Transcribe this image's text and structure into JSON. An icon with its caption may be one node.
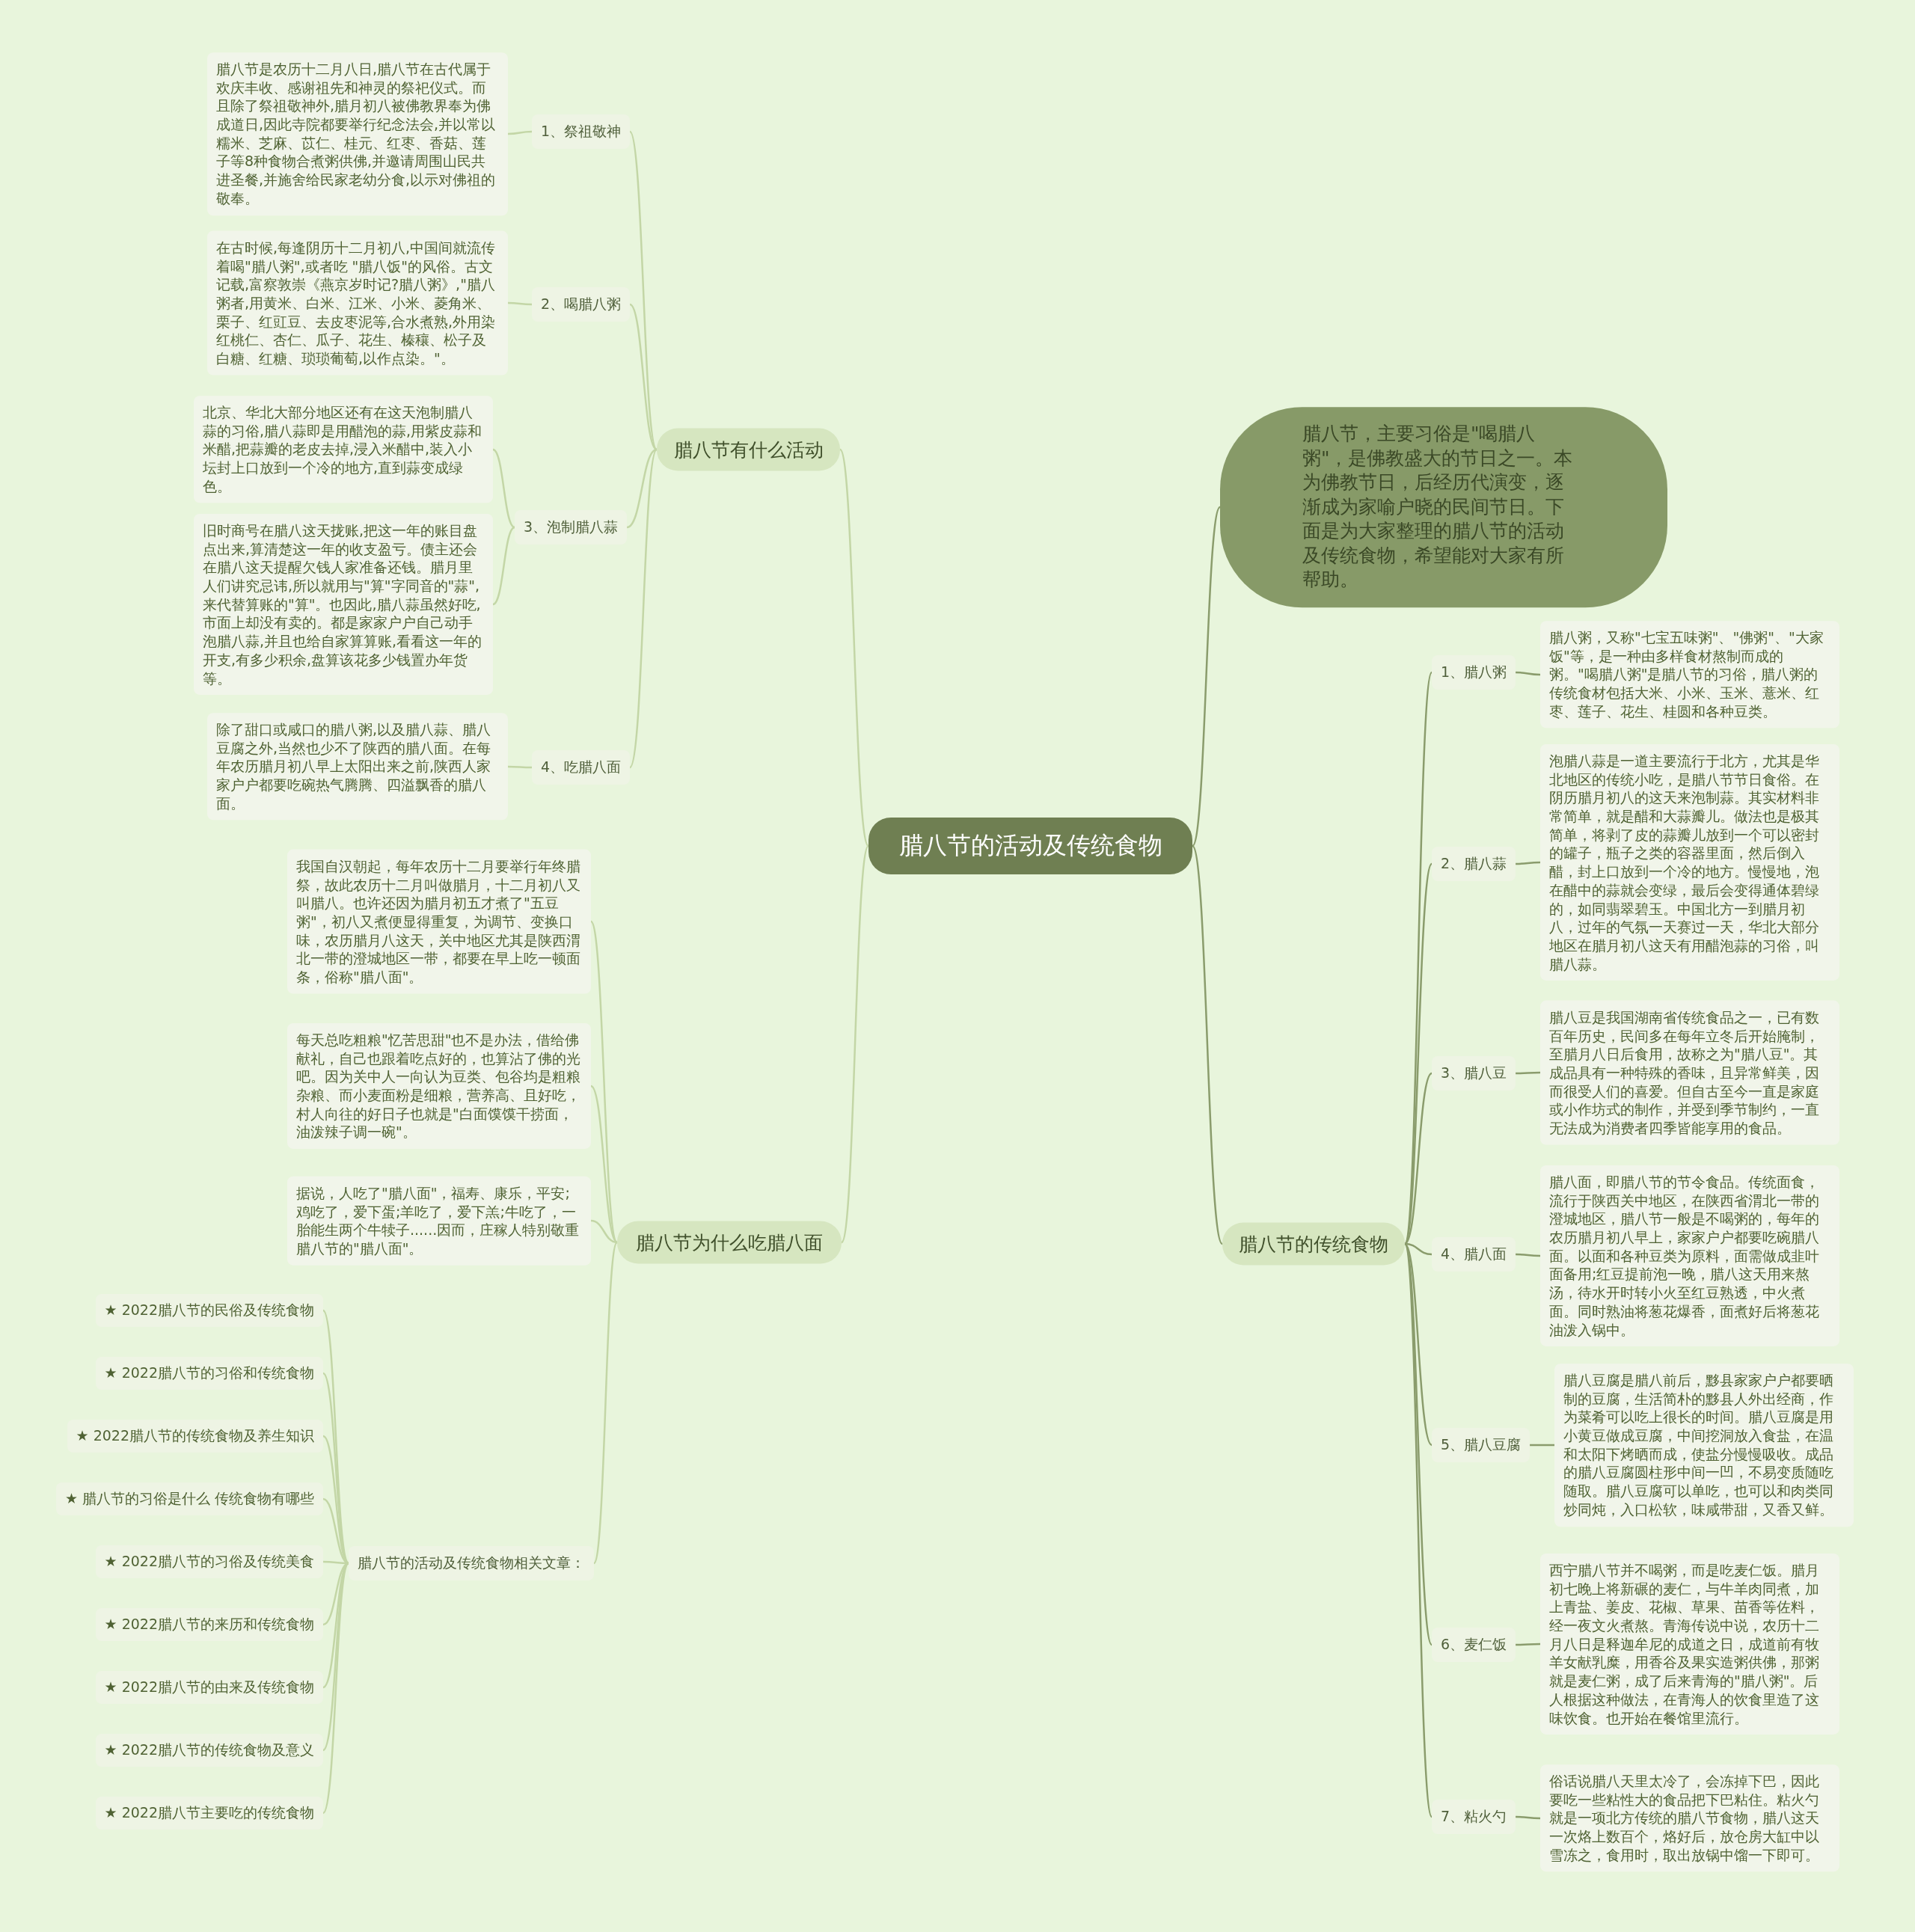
{
  "diagram": {
    "nodes": [
      {
        "text": [
          "腊八节的活动及传统食物"
        ]
      },
      {
        "text": [
          "腊八节，主要习俗是\"喝腊八粥\"，是佛教盛大的节日之一。本为佛教节日，后经历代演变，逐渐成为家喻户晓的民间节日。下面是为大家整理的腊八节的活动及传统食物，希望能对大家有所帮助。"
        ]
      },
      {
        "text": [
          "腊八节有什么活动"
        ]
      },
      {
        "text": [
          "1、祭祖敬神"
        ]
      },
      {
        "text": [
          "腊八节是农历十二月八日,腊八节在古代属于欢庆丰收、感谢祖先和神灵的祭祀仪式。而且除了祭祖敬神外,腊月初八被佛教界奉为佛成道日,因此寺院都要举行纪念法会,并以常以糯米、芝麻、苡仁、桂元、红枣、香菇、莲子等8种食物合煮粥供佛,并邀请周围山民共进圣餐,并施舍给民家老幼分食,以示对佛祖的敬奉。"
        ]
      },
      {
        "text": [
          "2、喝腊八粥"
        ]
      },
      {
        "text": [
          "在古时候,每逢阴历十二月初八,中国间就流传着喝\"腊八粥\",或者吃 \"腊八饭\"的风俗。古文记载,富察敦崇《燕京岁时记?腊八粥》,\"腊八粥者,用黄米、白米、江米、小米、菱角米、栗子、红豇豆、去皮枣泥等,合水煮熟,外用染红桃仁、杏仁、瓜子、花生、榛穰、松子及白糖、红糖、琐琐葡萄,以作点染。\"。"
        ]
      },
      {
        "text": [
          "3、泡制腊八蒜"
        ]
      },
      {
        "text": [
          "北京、华北大部分地区还有在这天泡制腊八蒜的习俗,腊八蒜即是用醋泡的蒜,用紫皮蒜和米醋,把蒜瓣的老皮去掉,浸入米醋中,装入小坛封上口放到一个冷的地方,直到蒜变成绿色。"
        ]
      },
      {
        "text": [
          "旧时商号在腊八这天拢账,把这一年的账目盘点出来,算清楚这一年的收支盈亏。债主还会在腊八这天提醒欠钱人家准备还钱。腊月里人们讲究忌讳,所以就用与\"算\"字同音的\"蒜\",来代替算账的\"算\"。也因此,腊八蒜虽然好吃,市面上却没有卖的。都是家家户户自己动手泡腊八蒜,并且也给自家算算账,看看这一年的开支,有多少积余,盘算该花多少钱置办年货等。"
        ]
      },
      {
        "text": [
          "4、吃腊八面"
        ]
      },
      {
        "text": [
          "除了甜口或咸口的腊八粥,以及腊八蒜、腊八豆腐之外,当然也少不了陕西的腊八面。在每年农历腊月初八早上太阳出来之前,陕西人家家户户都要吃碗热气腾腾、四溢飘香的腊八面。"
        ]
      },
      {
        "text": [
          "腊八节为什么吃腊八面"
        ]
      },
      {
        "text": [
          "我国自汉朝起，每年农历十二月要举行年终腊祭，故此农历十二月叫做腊月，十二月初八又叫腊八。也许还因为腊月初五才煮了\"五豆粥\"，初八又煮便显得重复，为调节、变换口味，农历腊月八这天，关中地区尤其是陕西渭北一带的澄城地区一带，都要在早上吃一顿面条，俗称\"腊八面\"。"
        ]
      },
      {
        "text": [
          "每天总吃粗粮\"忆苦思甜\"也不是办法，借给佛献礼，自己也跟着吃点好的，也算沾了佛的光吧。因为关中人一向认为豆类、包谷均是粗粮杂粮、而小麦面粉是细粮，营养高、且好吃，村人向往的好日子也就是\"白面馍馍干捞面，油泼辣子调一碗\"。"
        ]
      },
      {
        "text": [
          "据说，人吃了\"腊八面\"，福寿、康乐，平安;鸡吃了，爱下蛋;羊吃了，爱下羔;牛吃了，一胎能生两个牛犊子......因而，庄稼人特别敬重腊八节的\"腊八面\"。"
        ]
      },
      {
        "text": [
          "腊八节的活动及传统食物相关文章："
        ]
      },
      {
        "text": [
          "★ 2022腊八节的民俗及传统食物"
        ]
      },
      {
        "text": [
          "★ 2022腊八节的习俗和传统食物"
        ]
      },
      {
        "text": [
          "★ 2022腊八节的传统食物及养生知识"
        ]
      },
      {
        "text": [
          "★ 腊八节的习俗是什么 传统食物有哪些"
        ]
      },
      {
        "text": [
          "★ 2022腊八节的习俗及传统美食"
        ]
      },
      {
        "text": [
          "★ 2022腊八节的来历和传统食物"
        ]
      },
      {
        "text": [
          "★ 2022腊八节的由来及传统食物"
        ]
      },
      {
        "text": [
          "★ 2022腊八节的传统食物及意义"
        ]
      },
      {
        "text": [
          "★ 2022腊八节主要吃的传统食物"
        ]
      },
      {
        "text": [
          "腊八节的传统食物"
        ]
      },
      {
        "text": [
          "1、腊八粥"
        ]
      },
      {
        "text": [
          "腊八粥，又称\"七宝五味粥\"、\"佛粥\"、\"大家饭\"等，是一种由多样食材熬制而成的粥。\"喝腊八粥\"是腊八节的习俗，腊八粥的传统食材包括大米、小米、玉米、薏米、红枣、莲子、花生、桂圆和各种豆类。"
        ]
      },
      {
        "text": [
          "2、腊八蒜"
        ]
      },
      {
        "text": [
          "泡腊八蒜是一道主要流行于北方，尤其是华北地区的传统小吃，是腊八节节日食俗。在阴历腊月初八的这天来泡制蒜。其实材料非常简单，就是醋和大蒜瓣儿。做法也是极其简单，将剥了皮的蒜瓣儿放到一个可以密封的罐子，瓶子之类的容器里面，然后倒入醋，封上口放到一个冷的地方。慢慢地，泡在醋中的蒜就会变绿，最后会变得通体碧绿的，如同翡翠碧玉。中国北方一到腊月初八，过年的气氛一天赛过一天，华北大部分地区在腊月初八这天有用醋泡蒜的习俗，叫腊八蒜。"
        ]
      },
      {
        "text": [
          "3、腊八豆"
        ]
      },
      {
        "text": [
          "腊八豆是我国湖南省传统食品之一，已有数百年历史，民间多在每年立冬后开始腌制，至腊月八日后食用，故称之为\"腊八豆\"。其成品具有一种特殊的香味，且异常鲜美，因而很受人们的喜爱。但自古至今一直是家庭或小作坊式的制作，并受到季节制约，一直无法成为消费者四季皆能享用的食品。"
        ]
      },
      {
        "text": [
          "4、腊八面"
        ]
      },
      {
        "text": [
          "腊八面，即腊八节的节令食品。传统面食，流行于陕西关中地区，在陕西省渭北一带的澄城地区，腊八节一般是不喝粥的，每年的农历腊月初八早上，家家户户都要吃碗腊八面。以面和各种豆类为原料，面需做成韭叶面备用;红豆提前泡一晚，腊八这天用来熬汤，待水开时转小火至红豆熟透，中火煮面。同时熟油将葱花爆香，面煮好后将葱花油泼入锅中。"
        ]
      },
      {
        "text": [
          "5、腊八豆腐"
        ]
      },
      {
        "text": [
          "腊八豆腐是腊八前后，黟县家家户户都要晒制的豆腐，生活简朴的黟县人外出经商，作为菜肴可以吃上很长的时间。腊八豆腐是用小黄豆做成豆腐，中间挖洞放入食盐，在温和太阳下烤晒而成，使盐分慢慢吸收。成品的腊八豆腐圆柱形中间一凹，不易变质随吃随取。腊八豆腐可以单吃，也可以和肉类同炒同炖，入口松软，味咸带甜，又香又鲜。"
        ]
      },
      {
        "text": [
          "6、麦仁饭"
        ]
      },
      {
        "text": [
          "西宁腊八节并不喝粥，而是吃麦仁饭。腊月初七晚上将新碾的麦仁，与牛羊肉同煮，加上青盐、姜皮、花椒、草果、苗香等佐料，经一夜文火煮熬。青海传说中说，农历十二月八日是释迦牟尼的成道之日，成道前有牧羊女献乳糜，用香谷及果实造粥供佛，那粥就是麦仁粥，成了后来青海的\"腊八粥\"。后人根据这种做法，在青海人的饮食里造了这味饮食。也开始在餐馆里流行。"
        ]
      },
      {
        "text": [
          "7、粘火勺"
        ]
      },
      {
        "text": [
          "俗话说腊八天里太冷了，会冻掉下巴，因此要吃一些粘性大的食品把下巴粘住。粘火勺就是一项北方传统的腊八节食物，腊八这天一次烙上数百个，烙好后，放仓房大缸中以雪冻之，食用时，取出放锅中馏一下即可。"
        ]
      }
    ],
    "edges": [
      {
        "from": 0,
        "to": 1,
        "arrow": "none",
        "color": "#8a9c6c"
      },
      {
        "from": 0,
        "to": 2,
        "arrow": "none"
      },
      {
        "from": 0,
        "to": 12,
        "arrow": "none"
      },
      {
        "from": 0,
        "to": 26,
        "arrow": "none",
        "color": "#8a9c6c"
      },
      {
        "from": 2,
        "to": 3,
        "arrow": "none"
      },
      {
        "from": 2,
        "to": 5,
        "arrow": "none"
      },
      {
        "from": 2,
        "to": 7,
        "arrow": "none"
      },
      {
        "from": 2,
        "to": 10,
        "arrow": "none"
      },
      {
        "from": 3,
        "to": 4,
        "arrow": "none"
      },
      {
        "from": 5,
        "to": 6,
        "arrow": "none"
      },
      {
        "from": 7,
        "to": 8,
        "arrow": "none"
      },
      {
        "from": 7,
        "to": 9,
        "arrow": "none"
      },
      {
        "from": 10,
        "to": 11,
        "arrow": "none"
      },
      {
        "from": 12,
        "to": 13,
        "arrow": "none"
      },
      {
        "from": 12,
        "to": 14,
        "arrow": "none"
      },
      {
        "from": 12,
        "to": 15,
        "arrow": "none"
      },
      {
        "from": 12,
        "to": 16,
        "arrow": "none"
      },
      {
        "from": 16,
        "to": 17,
        "arrow": "none"
      },
      {
        "from": 16,
        "to": 18,
        "arrow": "none"
      },
      {
        "from": 16,
        "to": 19,
        "arrow": "none"
      },
      {
        "from": 16,
        "to": 20,
        "arrow": "none"
      },
      {
        "from": 16,
        "to": 21,
        "arrow": "none"
      },
      {
        "from": 16,
        "to": 22,
        "arrow": "none"
      },
      {
        "from": 16,
        "to": 23,
        "arrow": "none"
      },
      {
        "from": 16,
        "to": 24,
        "arrow": "none"
      },
      {
        "from": 16,
        "to": 25,
        "arrow": "none"
      },
      {
        "from": 26,
        "to": 27,
        "arrow": "none",
        "color": "#8a9c6c"
      },
      {
        "from": 26,
        "to": 29,
        "arrow": "none",
        "color": "#8a9c6c"
      },
      {
        "from": 26,
        "to": 31,
        "arrow": "none",
        "color": "#8a9c6c"
      },
      {
        "from": 26,
        "to": 33,
        "arrow": "none",
        "color": "#8a9c6c"
      },
      {
        "from": 26,
        "to": 35,
        "arrow": "none",
        "color": "#8a9c6c"
      },
      {
        "from": 26,
        "to": 37,
        "arrow": "none",
        "color": "#8a9c6c"
      },
      {
        "from": 26,
        "to": 39,
        "arrow": "none",
        "color": "#8a9c6c"
      },
      {
        "from": 27,
        "to": 28,
        "arrow": "none",
        "color": "#8a9c6c"
      },
      {
        "from": 29,
        "to": 30,
        "arrow": "none",
        "color": "#8a9c6c"
      },
      {
        "from": 31,
        "to": 32,
        "arrow": "none",
        "color": "#8a9c6c"
      },
      {
        "from": 33,
        "to": 34,
        "arrow": "none",
        "color": "#8a9c6c"
      },
      {
        "from": 35,
        "to": 36,
        "arrow": "none",
        "color": "#8a9c6c"
      },
      {
        "from": 37,
        "to": 38,
        "arrow": "none",
        "color": "#8a9c6c"
      },
      {
        "from": 39,
        "to": 40,
        "arrow": "none",
        "color": "#8a9c6c"
      }
    ]
  }
}
